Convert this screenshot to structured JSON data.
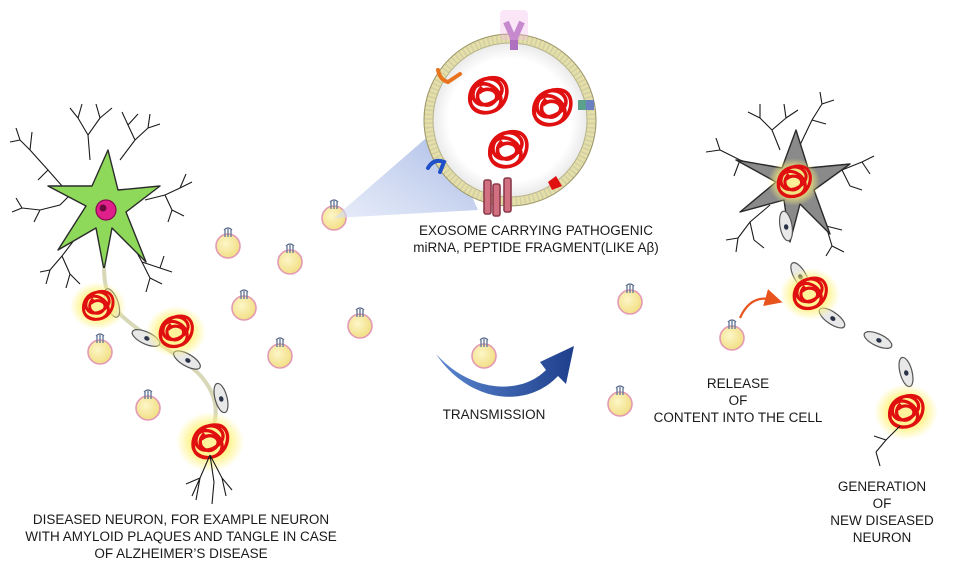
{
  "labels": {
    "exosome": {
      "line1": "EXOSOME CARRYING PATHOGENIC",
      "line2": "miRNA, PEPTIDE FRAGMENT(LIKE Aβ)"
    },
    "transmission": "TRANSMISSION",
    "release": {
      "line1": "RELEASE",
      "line2": "OF",
      "line3": "CONTENT  INTO THE CELL"
    },
    "diseased": {
      "line1": "DISEASED NEURON, FOR EXAMPLE NEURON",
      "line2": "WITH AMYLOID PLAQUES AND TANGLE IN CASE",
      "line3": "OF ALZHEIMER’S DISEASE"
    },
    "generation": {
      "line1": "GENERATION",
      "line2": "OF",
      "line3": "NEW DISEASED",
      "line4": "NEURON"
    }
  },
  "colors": {
    "neuron_body": "#8ed85a",
    "nucleus": "#e0208a",
    "new_neuron_body": "#8a8a8a",
    "aggregate": "#e01010",
    "glow": "#ffee66",
    "exosome_fill": "#f7e9a0",
    "exosome_edge": "#e39ab5",
    "membrane_bead": "#e6e0a8",
    "arrow_blue": "#2a4fa0",
    "arrow_orange": "#e8531e",
    "schwann": "#e4e4e4"
  },
  "icons": [
    "neuron-icon",
    "exosome-icon",
    "amyloid-aggregate-icon",
    "receptor-icon",
    "transmission-arrow-icon",
    "release-arrow-icon"
  ]
}
